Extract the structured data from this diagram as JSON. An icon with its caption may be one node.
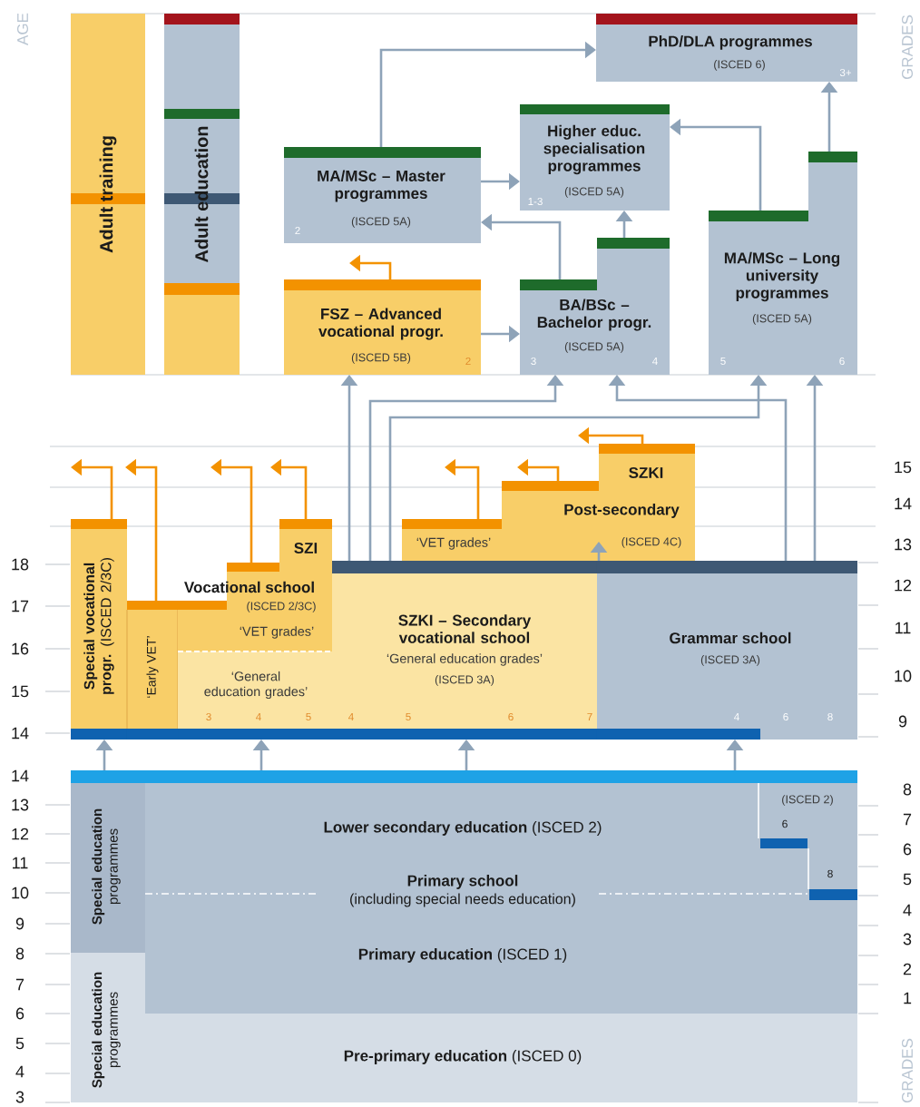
{
  "diagram": {
    "nodes": [
      {
        "text": [
          "Adult training"
        ]
      },
      {
        "text": [
          "Adult education"
        ]
      },
      {
        "text": [
          "PhD/DLA programmes",
          "(ISCED 6)",
          "3+"
        ]
      },
      {
        "text": [
          "Higher educ. specialisation programmes",
          "(ISCED 5A)",
          "1-3"
        ]
      },
      {
        "text": [
          "MA/MSc – Master programmes",
          "(ISCED 5A)",
          "2"
        ]
      },
      {
        "text": [
          "MA/MSc – Long university programmes",
          "(ISCED 5A)",
          "5",
          "6"
        ]
      },
      {
        "text": [
          "FSZ – Advanced vocational progr.",
          "(ISCED 5B)",
          "2"
        ]
      },
      {
        "text": [
          "BA/BSc – Bachelor progr.",
          "(ISCED 5A)",
          "3",
          "4"
        ]
      },
      {
        "text": [
          "**Special vocational progr.** (ISCED 2/3C)"
        ]
      },
      {
        "text": [
          "‘Early VET’"
        ]
      },
      {
        "text": [
          "SZI",
          "Vocational school",
          "(ISCED 2/3C)",
          "‘VET grades’"
        ]
      },
      {
        "text": [
          "‘General education grades’",
          "3",
          "4",
          "5"
        ],
        "in": 10
      },
      {
        "text": [
          "SZKI – Secondary vocational school",
          "‘General education grades’",
          "(ISCED 3A)",
          "4",
          "5",
          "6",
          "7"
        ]
      },
      {
        "text": [
          "SZKI",
          "Post-secondary",
          "(ISCED 4C)",
          "‘VET grades’"
        ]
      },
      {
        "text": [
          "Grammar school",
          "(ISCED 3A)",
          "4",
          "6",
          "8"
        ]
      },
      {
        "text": [
          "**Special education** programmes"
        ]
      },
      {
        "text": [
          "**Special education** programmes"
        ]
      },
      {
        "text": [
          "**Lower secondary education** (ISCED 2)",
          "Primary school",
          "(including special needs education)",
          "**Primary education** (ISCED 1)",
          "(ISCED 2)",
          "6",
          "8"
        ]
      },
      {
        "text": [
          "**Pre-primary education** (ISCED 0)"
        ]
      }
    ],
    "edges": [
      {
        "from": 4,
        "to": 2,
        "arrow": "to"
      },
      {
        "from": 4,
        "to": 3,
        "arrow": "to"
      },
      {
        "from": 5,
        "to": 3,
        "arrow": "to"
      },
      {
        "from": 5,
        "to": 2,
        "arrow": "to"
      },
      {
        "from": 7,
        "to": 4,
        "arrow": "to"
      },
      {
        "from": 7,
        "to": 3,
        "arrow": "to"
      },
      {
        "from": 6,
        "to": 7,
        "arrow": "to"
      },
      {
        "from": 6,
        "to": null,
        "arrow": "to",
        "color": "#f39200"
      },
      {
        "from": 12,
        "to": 6,
        "arrow": "to"
      },
      {
        "from": 12,
        "to": 7,
        "arrow": "to"
      },
      {
        "from": 12,
        "to": 5,
        "arrow": "to"
      },
      {
        "from": 14,
        "to": 7,
        "arrow": "to"
      },
      {
        "from": 14,
        "to": 5,
        "arrow": "to"
      },
      {
        "from": 14,
        "to": 13,
        "arrow": "to"
      },
      {
        "from": 15,
        "to": 8,
        "arrow": "to"
      },
      {
        "from": 17,
        "to": 10,
        "arrow": "to"
      },
      {
        "from": 17,
        "to": 12,
        "arrow": "to"
      },
      {
        "from": 17,
        "to": 14,
        "arrow": "to"
      },
      {
        "from": 8,
        "to": null,
        "arrow": "to",
        "color": "#f39200"
      },
      {
        "from": 9,
        "to": null,
        "arrow": "to",
        "color": "#f39200"
      },
      {
        "from": 10,
        "to": null,
        "arrow": "to",
        "color": "#f39200"
      },
      {
        "from": 10,
        "to": null,
        "arrow": "to",
        "color": "#f39200"
      },
      {
        "from": 13,
        "to": null,
        "arrow": "to",
        "color": "#f39200"
      },
      {
        "from": 13,
        "to": null,
        "arrow": "to",
        "color": "#f39200"
      },
      {
        "from": 13,
        "to": null,
        "arrow": "to",
        "color": "#f39200"
      }
    ],
    "labels": [
      "AGE",
      "GRADES",
      "18",
      "17",
      "16",
      "15",
      "14",
      "15",
      "14",
      "13",
      "12",
      "11",
      "10",
      "9",
      "14",
      "13",
      "12",
      "11",
      "10",
      "9",
      "8",
      "7",
      "6",
      "5",
      "4",
      "3",
      "8",
      "7",
      "6",
      "5",
      "4",
      "3",
      "2",
      "1",
      "GRADES"
    ]
  }
}
